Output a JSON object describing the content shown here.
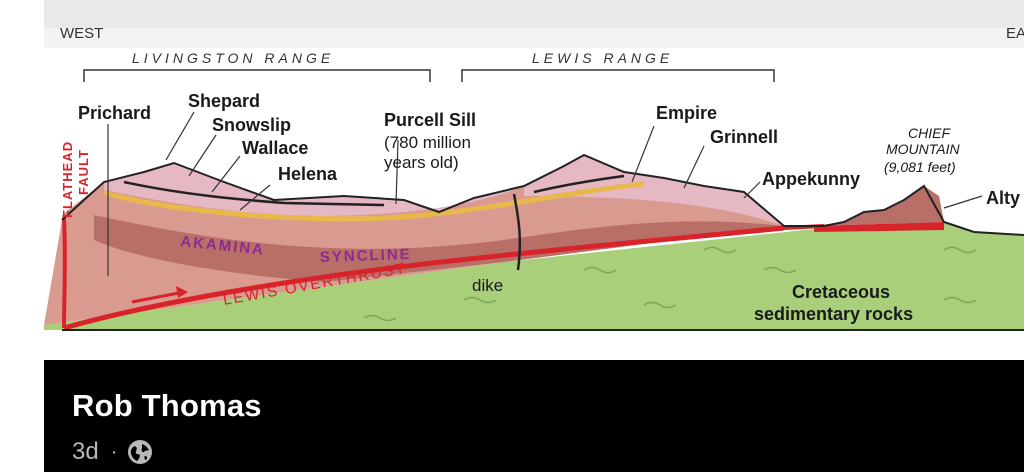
{
  "post": {
    "author": "Rob Thomas",
    "time": "3d",
    "separator": "·",
    "visibility_icon": "globe-icon"
  },
  "figure": {
    "west": "WEST",
    "east_partial": "EA",
    "livingston_range": "LIVINGSTON RANGE",
    "lewis_range": "LEWIS RANGE",
    "flathead_fault_1": "FLATHEAD",
    "flathead_fault_2": "FAULT",
    "prichard": "Prichard",
    "shepard": "Shepard",
    "snowslip": "Snowslip",
    "wallace": "Wallace",
    "helena": "Helena",
    "purcell_sill": "Purcell Sill",
    "purcell_age_1": "(780 million",
    "purcell_age_2": "years old)",
    "empire": "Empire",
    "grinnell": "Grinnell",
    "appekunny": "Appekunny",
    "chief_mountain_1": "CHIEF",
    "chief_mountain_2": "MOUNTAIN",
    "chief_mountain_3": "(9,081 feet)",
    "alty_partial": "Alty",
    "akamina": "AKAMINA",
    "syncline": "SYNCLINE",
    "lewis_overthrust": "LEWIS OVERTHRUST",
    "dike": "dike",
    "cretaceous_1": "Cretaceous",
    "cretaceous_2": "sedimentary rocks"
  },
  "colors": {
    "green_rock": "#a9cf7b",
    "thrust_red": "#d8232a",
    "prichard_layer": "#d99a90",
    "helena_layer": "#b86f68",
    "yellow_layer": "#e8b84a",
    "pink_layer": "#e6b8c4",
    "label_purple": "#8e2a8e"
  }
}
